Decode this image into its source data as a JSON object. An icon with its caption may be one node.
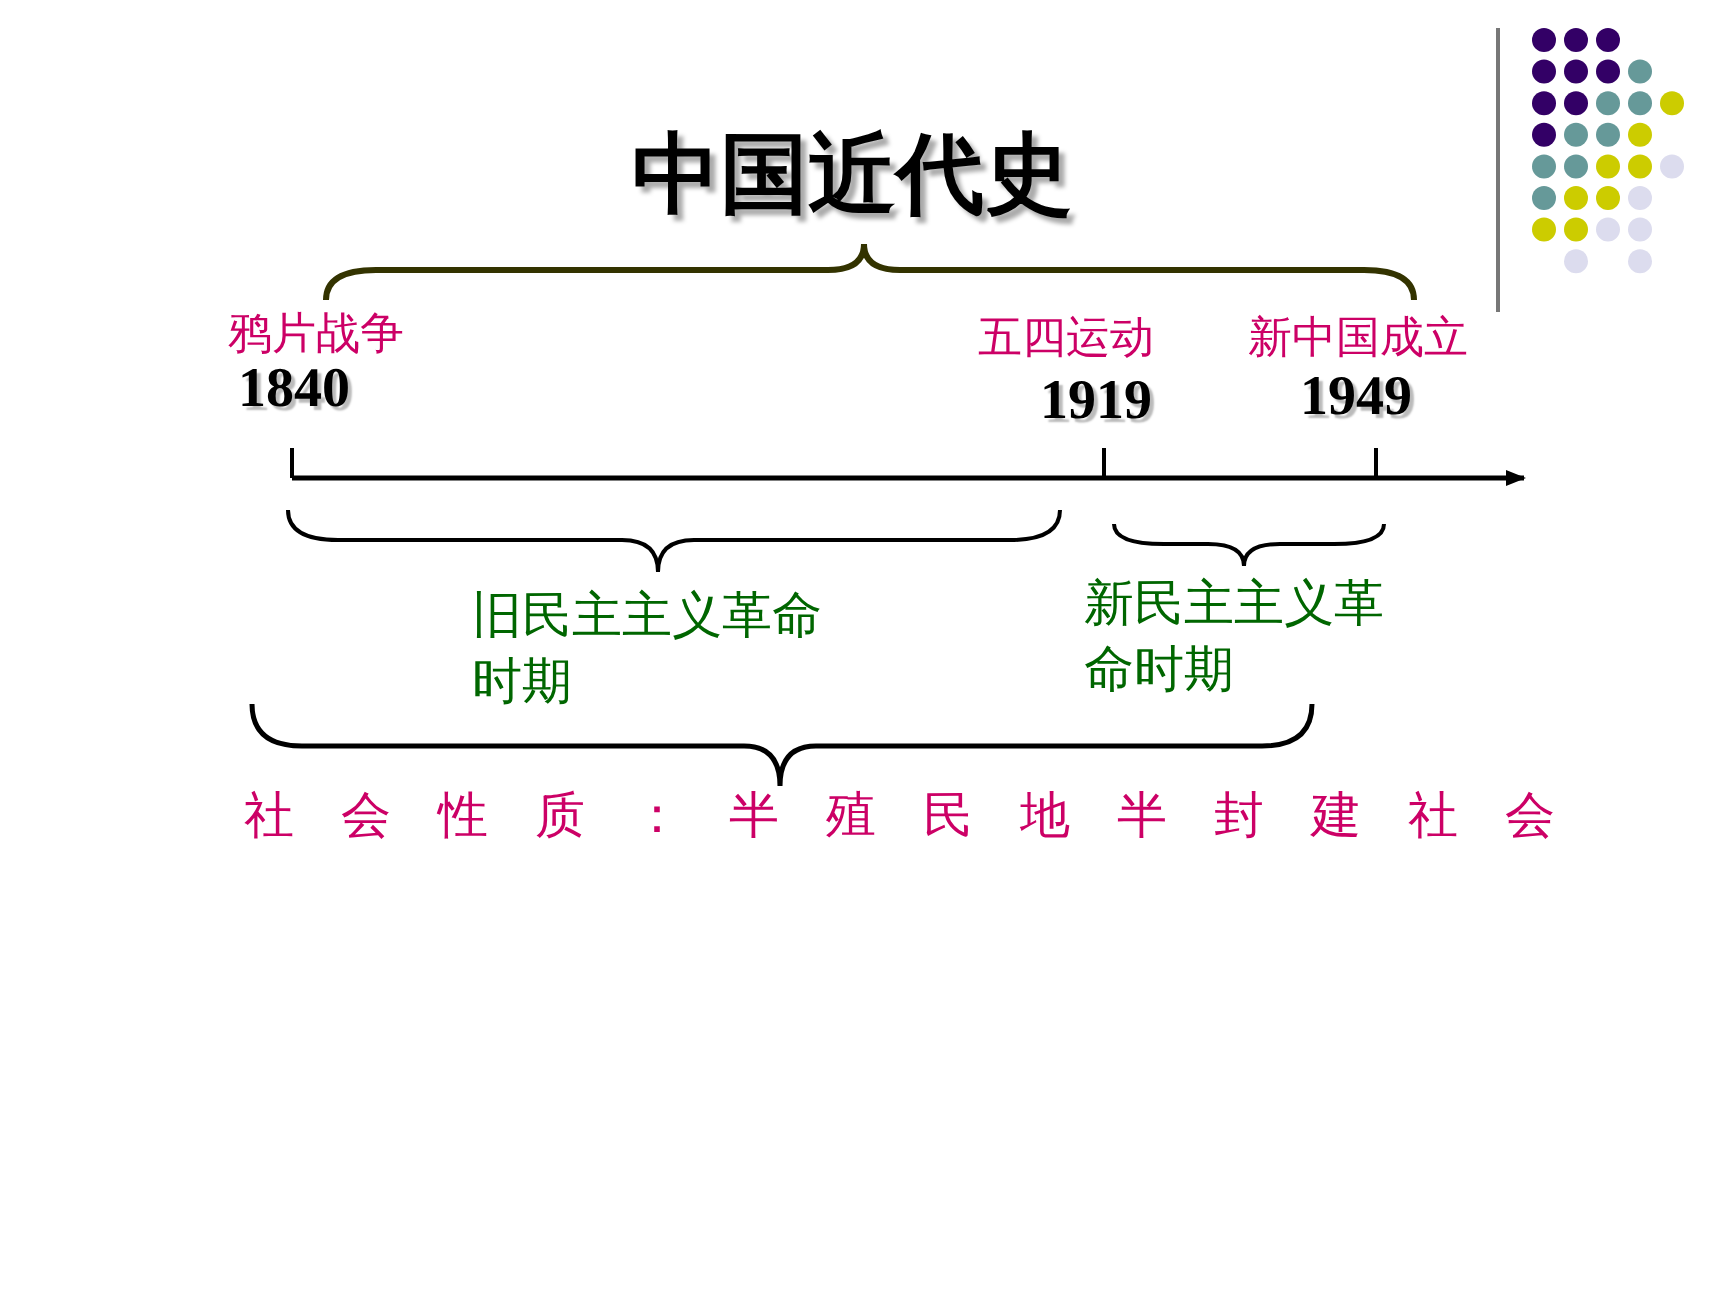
{
  "diagram": {
    "title": "中国近代史",
    "labels": [
      "鸦片战争",
      "1840",
      "五四运动",
      "1919",
      "新中国成立",
      "1949",
      "旧民主主义革命时期",
      "新民主主义革命时期",
      "社会性质：半殖民地半封建社会"
    ]
  }
}
